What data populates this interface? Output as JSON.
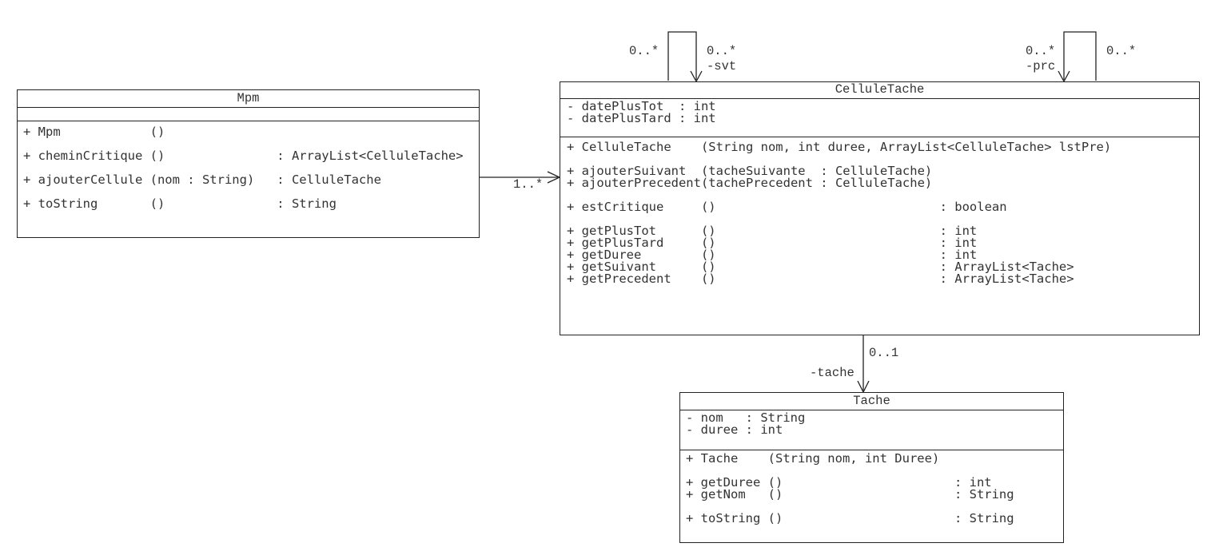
{
  "diagram": {
    "background_color": "#ffffff",
    "line_color": "#222222",
    "classes": [
      {
        "name": "Mpm",
        "attributes": [],
        "methods": [
          "+ Mpm            ()",
          "",
          "+ cheminCritique ()               : ArrayList<CelluleTache>",
          "",
          "+ ajouterCellule (nom : String)   : CelluleTache",
          "",
          "+ toString       ()               : String"
        ]
      },
      {
        "name": "CelluleTache",
        "attributes": [
          "- datePlusTot  : int",
          "- datePlusTard : int"
        ],
        "methods": [
          "+ CelluleTache    (String nom, int duree, ArrayList<CelluleTache> lstPre)",
          "",
          "+ ajouterSuivant  (tacheSuivante  : CelluleTache)",
          "+ ajouterPrecedent(tachePrecedent : CelluleTache)",
          "",
          "+ estCritique     ()                              : boolean",
          "",
          "+ getPlusTot      ()                              : int",
          "+ getPlusTard     ()                              : int",
          "+ getDuree        ()                              : int",
          "+ getSuivant      ()                              : ArrayList<Tache>",
          "+ getPrecedent    ()                              : ArrayList<Tache>"
        ]
      },
      {
        "name": "Tache",
        "attributes": [
          "- nom   : String",
          "- duree : int"
        ],
        "methods": [
          "+ Tache    (String nom, int Duree)",
          "",
          "+ getDuree ()                       : int",
          "+ getNom   ()                       : String",
          "",
          "+ toString ()                       : String"
        ]
      }
    ],
    "relations": {
      "mpm_to_celluletache": {
        "multiplicity": "1..*"
      },
      "svt": {
        "source_mult": "0..*",
        "target_mult": "0..*",
        "role": "-svt"
      },
      "prc": {
        "source_mult": "0..*",
        "target_mult": "0..*",
        "role": "-prc"
      },
      "to_tache": {
        "multiplicity": "0..1",
        "role": "-tache"
      }
    }
  }
}
